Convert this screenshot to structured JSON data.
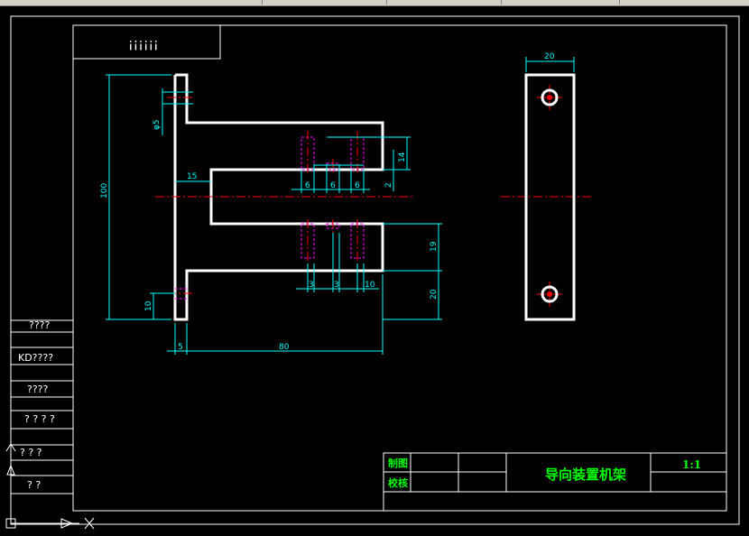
{
  "drawing": {
    "title_box_text": "¡¡¡¡¡¡",
    "left_column": [
      "????",
      "KD????",
      "????",
      "? ? ? ?",
      "?   ?   ?",
      "?   ?"
    ],
    "title_block": {
      "drawn_by": "制图",
      "checked_by": "校核",
      "part_name": "导向装置机架",
      "scale": "1:1"
    },
    "dimensions": {
      "total_height": "100",
      "hole_diameter": "φ5",
      "slot_offset": "15",
      "web_thickness": "5",
      "total_length": "80",
      "bottom_flange": "10",
      "top_spacing_a": "6",
      "top_spacing_b": "6",
      "top_spacing_c": "6",
      "top_height": "14",
      "top_gap": "2",
      "lower_height": "19",
      "lower_base": "20",
      "bottom_spacing_a": "3",
      "bottom_spacing_b": "3",
      "bottom_spacing_c": "10",
      "side_width": "20"
    }
  },
  "colors": {
    "background": "#000000",
    "outline": "#ffffff",
    "dimension": "#00ffff",
    "centerline": "#ff0000",
    "hidden": "#ff00ff",
    "title_text": "#00ff00"
  }
}
